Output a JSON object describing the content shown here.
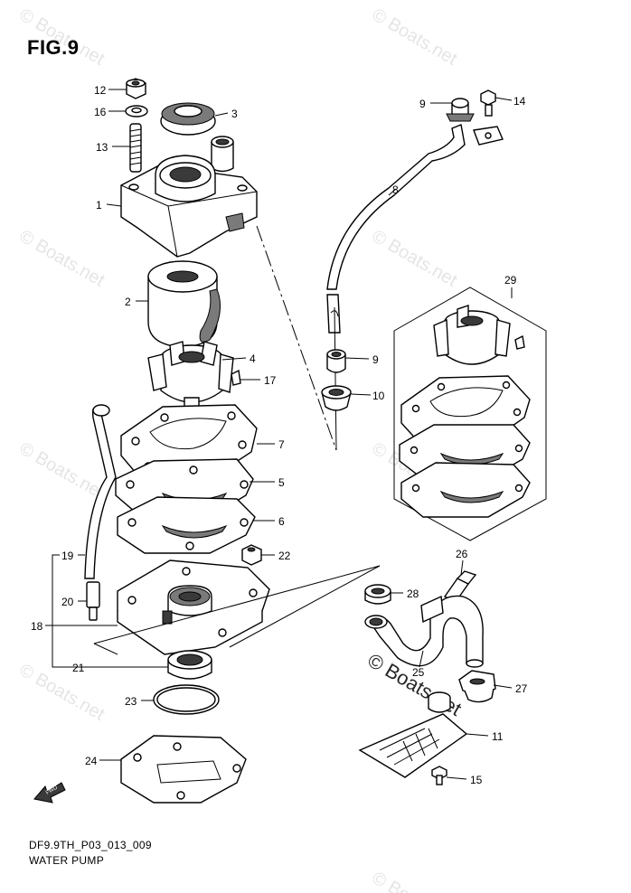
{
  "figure": {
    "title": "FIG.9",
    "code": "DF9.9TH_P03_013_009",
    "name": "WATER PUMP"
  },
  "callouts": {
    "c1": "1",
    "c2": "2",
    "c3": "3",
    "c4": "4",
    "c6": "6",
    "c5": "5",
    "c7": "7",
    "c8": "8",
    "c9a": "9",
    "c9b": "9",
    "c10": "10",
    "c11": "11",
    "c12": "12",
    "c13": "13",
    "c14": "14",
    "c15": "15",
    "c16": "16",
    "c17": "17",
    "c18": "18",
    "c19": "19",
    "c20": "20",
    "c21": "21",
    "c22": "22",
    "c23": "23",
    "c24": "24",
    "c25": "25",
    "c26": "26",
    "c27": "27",
    "c28": "28",
    "c29": "29"
  },
  "fwd_label": "FWD",
  "watermark": "© Boats.net"
}
